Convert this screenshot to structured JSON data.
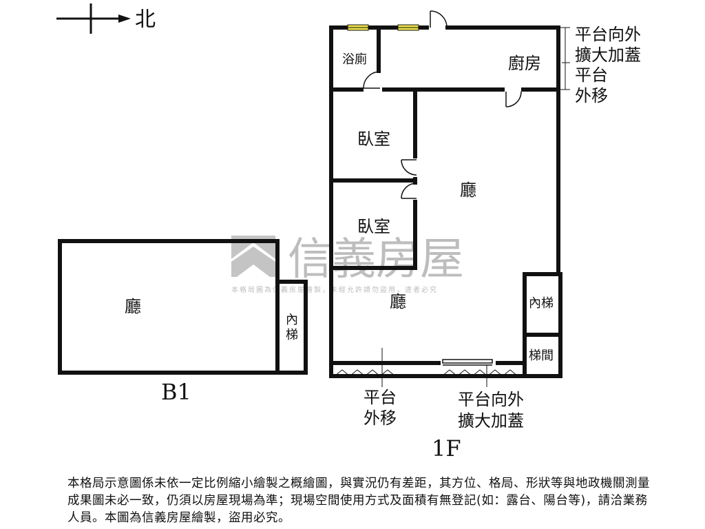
{
  "compass": {
    "north_label": "北"
  },
  "rooms": {
    "bath": "浴廁",
    "kitchen": "廚房",
    "bedroom_1": "臥室",
    "bedroom_2": "臥室",
    "living_1f_upper": "廳",
    "living_1f_lower": "廳",
    "inner_stair_1f": "內梯",
    "stairwell_1f": "梯間",
    "living_b1": "廳",
    "inner_stair_b1_line1": "內",
    "inner_stair_b1_line2": "梯"
  },
  "annotations": {
    "right_expand_line1": "平台向外",
    "right_expand_line2": "擴大加蓋",
    "right_move_line1": "平台",
    "right_move_line2": "外移",
    "bottom_move_line1": "平台",
    "bottom_move_line2": "外移",
    "bottom_expand_line1": "平台向外",
    "bottom_expand_line2": "擴大加蓋"
  },
  "floor_labels": {
    "b1": "B1",
    "f1": "1F"
  },
  "watermark": {
    "brand": "信義房屋",
    "notice": "本格局圖為信義房屋繪製，未經允許請勿盜用，違者必究"
  },
  "disclaimer": "本格局示意圖係未依一定比例縮小繪製之概繪圖，與實況仍有差距，其方位、格局、形狀等與地政機關測量成果圖未必一致，仍須以房屋現場為準；現場空間使用方式及面積有無登記(如：露台、陽台等)，請洽業務人員。本圖為信義房屋繪製，盜用必究。"
}
